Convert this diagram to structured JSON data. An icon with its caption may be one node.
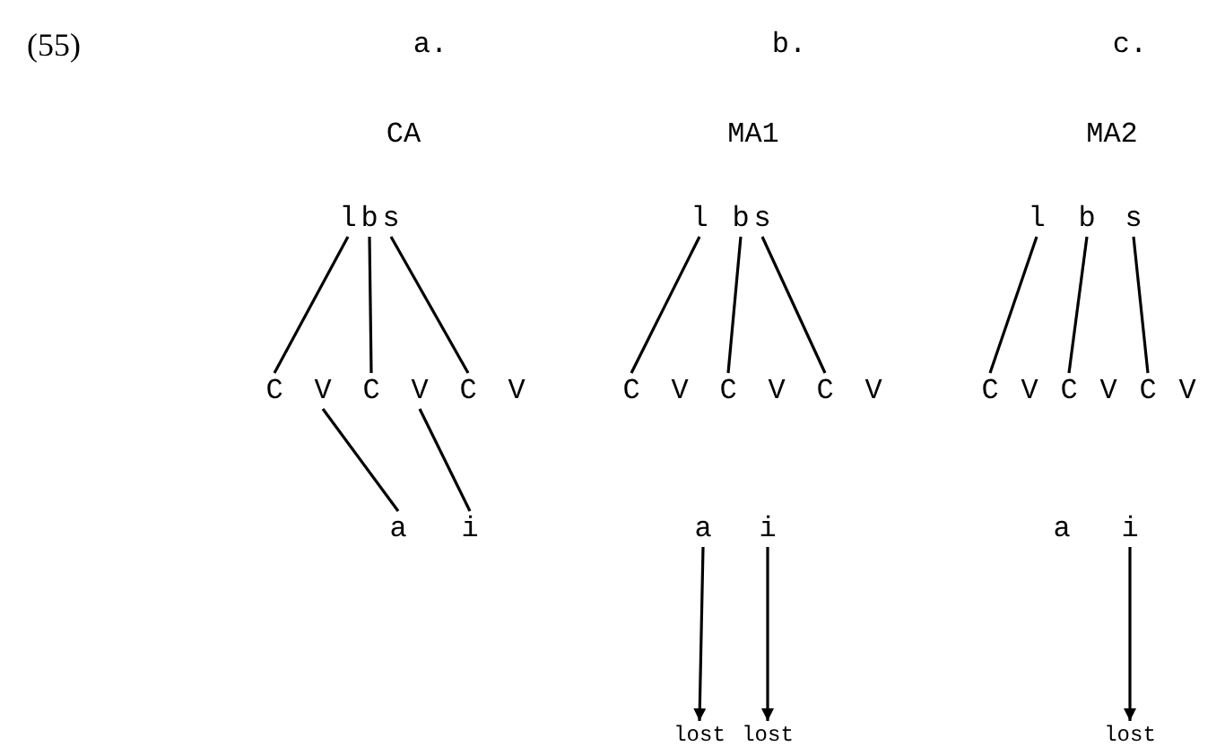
{
  "diagram": {
    "nodes": [
      {
        "text": [
          "l"
        ]
      },
      {
        "text": [
          "b"
        ]
      },
      {
        "text": [
          "s"
        ]
      },
      {
        "text": [
          "C"
        ]
      },
      {
        "text": [
          "V"
        ]
      },
      {
        "text": [
          "C"
        ]
      },
      {
        "text": [
          "V"
        ]
      },
      {
        "text": [
          "C"
        ]
      },
      {
        "text": [
          "V"
        ]
      },
      {
        "text": [
          "a"
        ]
      },
      {
        "text": [
          "i"
        ]
      },
      {
        "text": [
          "l"
        ]
      },
      {
        "text": [
          "b"
        ]
      },
      {
        "text": [
          "s"
        ]
      },
      {
        "text": [
          "C"
        ]
      },
      {
        "text": [
          "V"
        ]
      },
      {
        "text": [
          "C"
        ]
      },
      {
        "text": [
          "V"
        ]
      },
      {
        "text": [
          "C"
        ]
      },
      {
        "text": [
          "V"
        ]
      },
      {
        "text": [
          "a"
        ]
      },
      {
        "text": [
          "i"
        ]
      },
      {
        "text": [
          "lost"
        ]
      },
      {
        "text": [
          "lost"
        ]
      },
      {
        "text": [
          "l"
        ]
      },
      {
        "text": [
          "b"
        ]
      },
      {
        "text": [
          "s"
        ]
      },
      {
        "text": [
          "C"
        ]
      },
      {
        "text": [
          "V"
        ]
      },
      {
        "text": [
          "C"
        ]
      },
      {
        "text": [
          "V"
        ]
      },
      {
        "text": [
          "C"
        ]
      },
      {
        "text": [
          "V"
        ]
      },
      {
        "text": [
          "a"
        ]
      },
      {
        "text": [
          "i"
        ]
      },
      {
        "text": [
          "lost"
        ]
      }
    ],
    "edges": [
      {
        "from": 0,
        "to": 3,
        "arrow": "none"
      },
      {
        "from": 1,
        "to": 5,
        "arrow": "none"
      },
      {
        "from": 2,
        "to": 7,
        "arrow": "none"
      },
      {
        "from": 4,
        "to": 9,
        "arrow": "none"
      },
      {
        "from": 6,
        "to": 10,
        "arrow": "none"
      },
      {
        "from": 11,
        "to": 14,
        "arrow": "none"
      },
      {
        "from": 12,
        "to": 16,
        "arrow": "none"
      },
      {
        "from": 13,
        "to": 18,
        "arrow": "none"
      },
      {
        "from": 20,
        "to": 22,
        "arrow": "to"
      },
      {
        "from": 21,
        "to": 23,
        "arrow": "to"
      },
      {
        "from": 24,
        "to": 27,
        "arrow": "none"
      },
      {
        "from": 25,
        "to": 29,
        "arrow": "none"
      },
      {
        "from": 26,
        "to": 31,
        "arrow": "none"
      },
      {
        "from": 34,
        "to": 35,
        "arrow": "to"
      }
    ],
    "labels": [
      "(55)",
      "a.",
      "b.",
      "c.",
      "CA",
      "MA1",
      "MA2"
    ]
  }
}
